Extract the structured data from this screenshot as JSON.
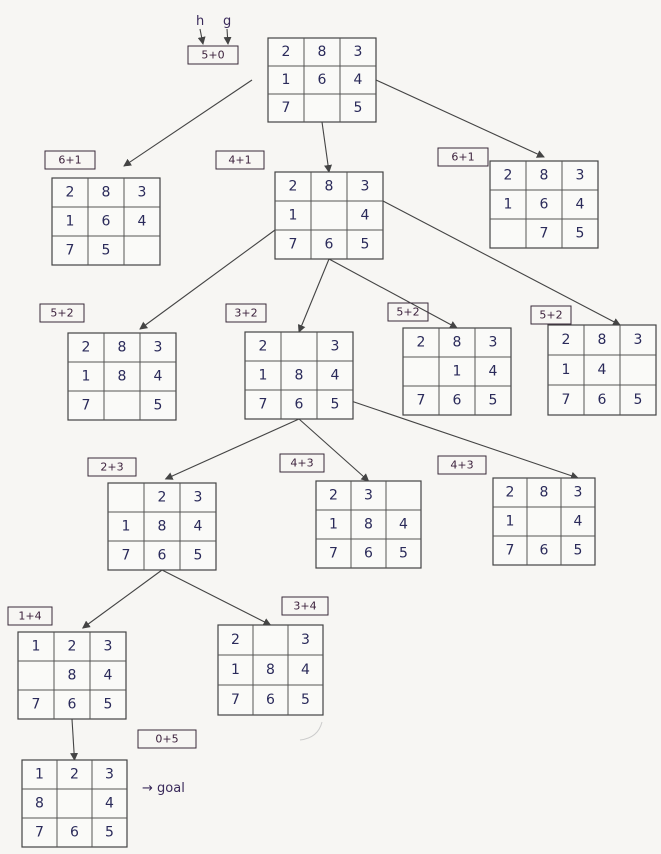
{
  "root_annotation": {
    "h_label": "h",
    "g_label": "g"
  },
  "goal_label": "→ goal",
  "nodes": [
    {
      "id": "root",
      "label": "5+0",
      "cells": [
        "2",
        "8",
        "3",
        "1",
        "6",
        "4",
        "7",
        "",
        "5"
      ]
    },
    {
      "id": "n1a",
      "label": "6+1",
      "cells": [
        "2",
        "8",
        "3",
        "1",
        "6",
        "4",
        "7",
        "5",
        ""
      ]
    },
    {
      "id": "n1b",
      "label": "4+1",
      "cells": [
        "2",
        "8",
        "3",
        "1",
        "",
        "4",
        "7",
        "6",
        "5"
      ]
    },
    {
      "id": "n1c",
      "label": "6+1",
      "cells": [
        "2",
        "8",
        "3",
        "1",
        "6",
        "4",
        "",
        "7",
        "5"
      ]
    },
    {
      "id": "n2a",
      "label": "5+2",
      "cells": [
        "2",
        "8",
        "3",
        "1",
        "8",
        "4",
        "7",
        "",
        "5"
      ]
    },
    {
      "id": "n2b",
      "label": "3+2",
      "cells": [
        "2",
        "",
        "3",
        "1",
        "8",
        "4",
        "7",
        "6",
        "5"
      ]
    },
    {
      "id": "n2c",
      "label": "5+2",
      "cells": [
        "2",
        "8",
        "3",
        "",
        "1",
        "4",
        "7",
        "6",
        "5"
      ]
    },
    {
      "id": "n2d",
      "label": "5+2",
      "cells": [
        "2",
        "8",
        "3",
        "1",
        "4",
        "",
        "7",
        "6",
        "5"
      ]
    },
    {
      "id": "n3a",
      "label": "2+3",
      "cells": [
        "",
        "2",
        "3",
        "1",
        "8",
        "4",
        "7",
        "6",
        "5"
      ]
    },
    {
      "id": "n3b",
      "label": "4+3",
      "cells": [
        "2",
        "3",
        "",
        "1",
        "8",
        "4",
        "7",
        "6",
        "5"
      ]
    },
    {
      "id": "n3c",
      "label": "4+3",
      "cells": [
        "2",
        "8",
        "3",
        "1",
        "",
        "4",
        "7",
        "6",
        "5"
      ]
    },
    {
      "id": "n4a",
      "label": "1+4",
      "cells": [
        "1",
        "2",
        "3",
        "",
        "8",
        "4",
        "7",
        "6",
        "5"
      ]
    },
    {
      "id": "n4b",
      "label": "3+4",
      "cells": [
        "2",
        "",
        "3",
        "1",
        "8",
        "4",
        "7",
        "6",
        "5"
      ]
    },
    {
      "id": "goal",
      "label": "0+5",
      "cells": [
        "1",
        "2",
        "3",
        "8",
        "",
        "4",
        "7",
        "6",
        "5"
      ]
    }
  ],
  "edges": [
    [
      "root",
      "n1a"
    ],
    [
      "root",
      "n1b"
    ],
    [
      "root",
      "n1c"
    ],
    [
      "n1b",
      "n2a"
    ],
    [
      "n1b",
      "n2b"
    ],
    [
      "n1b",
      "n2c"
    ],
    [
      "n1b",
      "n2d"
    ],
    [
      "n2b",
      "n3a"
    ],
    [
      "n2b",
      "n3b"
    ],
    [
      "n2b",
      "n3c"
    ],
    [
      "n3a",
      "n4a"
    ],
    [
      "n3a",
      "n4b"
    ],
    [
      "n4a",
      "goal"
    ]
  ]
}
